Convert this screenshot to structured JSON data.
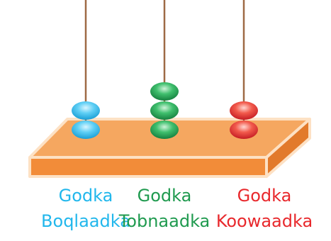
{
  "rods": [
    {
      "key": "boqlaadka",
      "beads": 2,
      "color": "#21b7ec",
      "label_line1": "Godka",
      "label_line2": "Boqlaadka"
    },
    {
      "key": "tobnaadka",
      "beads": 3,
      "color": "#1f9a4f",
      "label_line1": "Godka",
      "label_line2": "Tobnaadka"
    },
    {
      "key": "koowaadka",
      "beads": 2,
      "color": "#e8282c",
      "label_line1": "Godka",
      "label_line2": "Koowaadka"
    }
  ],
  "colors": {
    "base_top": "#f5a760",
    "base_front": "#f28c39",
    "base_side": "#e27a2b",
    "base_edge": "#fde1c4",
    "rod": "#9e6a45"
  }
}
